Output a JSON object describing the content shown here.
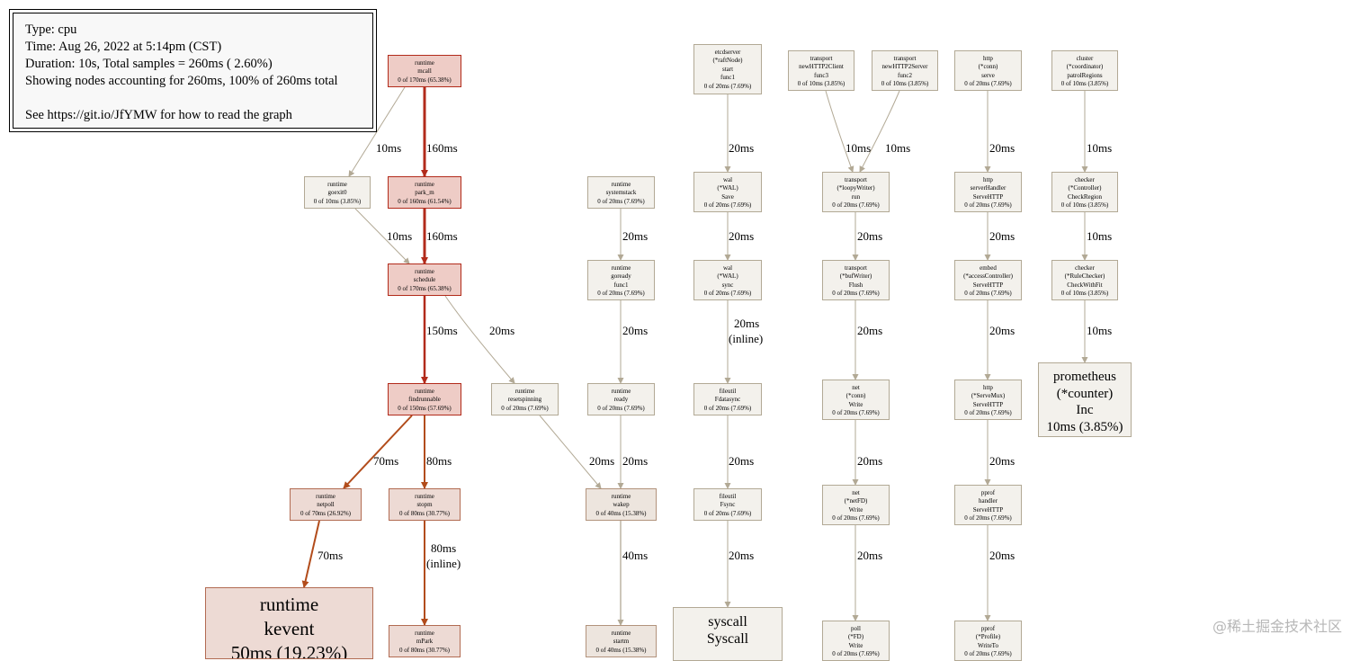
{
  "legend": {
    "type": "Type: cpu",
    "time": "Time: Aug 26, 2022 at 5:14pm (CST)",
    "duration": "Duration: 10s, Total samples = 260ms ( 2.60%)",
    "showing": "Showing nodes accounting for 260ms, 100% of 260ms total",
    "help": "See https://git.io/JfYMW for how to read the graph"
  },
  "nodes": {
    "mcall": [
      "runtime",
      "mcall",
      "0 of 170ms (65.38%)"
    ],
    "goexit0": [
      "runtime",
      "goexit0",
      "0 of 10ms (3.85%)"
    ],
    "park_m": [
      "runtime",
      "park_m",
      "0 of 160ms (61.54%)"
    ],
    "schedule": [
      "runtime",
      "schedule",
      "0 of 170ms (65.38%)"
    ],
    "findrunnable": [
      "runtime",
      "findrunnable",
      "0 of 150ms (57.69%)"
    ],
    "resetspinning": [
      "runtime",
      "resetspinning",
      "0 of 20ms (7.69%)"
    ],
    "netpoll": [
      "runtime",
      "netpoll",
      "0 of 70ms (26.92%)"
    ],
    "stopm": [
      "runtime",
      "stopm",
      "0 of 80ms (30.77%)"
    ],
    "kevent": [
      "runtime",
      "kevent",
      "50ms (19.23%)"
    ],
    "mpark": [
      "runtime",
      "mPark",
      "0 of 80ms (30.77%)"
    ],
    "systemstack": [
      "runtime",
      "systemstack",
      "0 of 20ms (7.69%)"
    ],
    "goready_func1": [
      "runtime",
      "goready",
      "func1",
      "0 of 20ms (7.69%)"
    ],
    "ready": [
      "runtime",
      "ready",
      "0 of 20ms (7.69%)"
    ],
    "wakep": [
      "runtime",
      "wakep",
      "0 of 40ms (15.38%)"
    ],
    "startm": [
      "runtime",
      "startm",
      "0 of 40ms (15.38%)"
    ],
    "etcd_start": [
      "etcdserver",
      "(*raftNode)",
      "start",
      "func1",
      "0 of 20ms (7.69%)"
    ],
    "wal_save": [
      "wal",
      "(*WAL)",
      "Save",
      "0 of 20ms (7.69%)"
    ],
    "wal_sync": [
      "wal",
      "(*WAL)",
      "sync",
      "0 of 20ms (7.69%)"
    ],
    "fdatasync": [
      "fileutil",
      "Fdatasync",
      "0 of 20ms (7.69%)"
    ],
    "fsync": [
      "fileutil",
      "Fsync",
      "0 of 20ms (7.69%)"
    ],
    "syscall": [
      "syscall",
      "Syscall"
    ],
    "client_func3": [
      "transport",
      "newHTTP2Client",
      "func3",
      "0 of 10ms (3.85%)"
    ],
    "server_func2": [
      "transport",
      "newHTTP2Server",
      "func2",
      "0 of 10ms (3.85%)"
    ],
    "loopy_run": [
      "transport",
      "(*loopyWriter)",
      "run",
      "0 of 20ms (7.69%)"
    ],
    "bufwriter_flush": [
      "transport",
      "(*bufWriter)",
      "Flush",
      "0 of 20ms (7.69%)"
    ],
    "conn_write": [
      "net",
      "(*conn)",
      "Write",
      "0 of 20ms (7.69%)"
    ],
    "netfd_write": [
      "net",
      "(*netFD)",
      "Write",
      "0 of 20ms (7.69%)"
    ],
    "poll_write": [
      "poll",
      "(*FD)",
      "Write",
      "0 of 20ms (7.69%)"
    ],
    "http_conn_serve": [
      "http",
      "(*conn)",
      "serve",
      "0 of 20ms (7.69%)"
    ],
    "serverhandler": [
      "http",
      "serverHandler",
      "ServeHTTP",
      "0 of 20ms (7.69%)"
    ],
    "embed_access": [
      "embed",
      "(*accessController)",
      "ServeHTTP",
      "0 of 20ms (7.69%)"
    ],
    "servemux": [
      "http",
      "(*ServeMux)",
      "ServeHTTP",
      "0 of 20ms (7.69%)"
    ],
    "pprof_handler": [
      "pprof",
      "handler",
      "ServeHTTP",
      "0 of 20ms (7.69%)"
    ],
    "pprof_writeto": [
      "pprof",
      "(*Profile)",
      "WriteTo",
      "0 of 20ms (7.69%)"
    ],
    "patrol": [
      "cluster",
      "(*coordinator)",
      "patrolRegions",
      "0 of 10ms (3.85%)"
    ],
    "checkregion": [
      "checker",
      "(*Controller)",
      "CheckRegion",
      "0 of 10ms (3.85%)"
    ],
    "checkwithfit": [
      "checker",
      "(*RuleChecker)",
      "CheckWithFit",
      "0 of 10ms (3.85%)"
    ],
    "prom_inc": [
      "prometheus",
      "(*counter)",
      "Inc",
      "10ms (3.85%)"
    ]
  },
  "edges": [
    {
      "label": "10ms"
    },
    {
      "label": "160ms"
    },
    {
      "label": "10ms"
    },
    {
      "label": "160ms"
    },
    {
      "label": "150ms"
    },
    {
      "label": "20ms"
    },
    {
      "label": "70ms"
    },
    {
      "label": "80ms"
    },
    {
      "label": "70ms"
    },
    {
      "label": "80ms",
      "label2": "(inline)"
    },
    {
      "label": "20ms"
    },
    {
      "label": "20ms"
    },
    {
      "label": "20ms"
    },
    {
      "label": "20ms"
    },
    {
      "label": "40ms"
    },
    {
      "label": "20ms"
    },
    {
      "label": "20ms"
    },
    {
      "label": "20ms",
      "label2": "(inline)"
    },
    {
      "label": "20ms"
    },
    {
      "label": "20ms"
    },
    {
      "label": "10ms"
    },
    {
      "label": "10ms"
    },
    {
      "label": "20ms"
    },
    {
      "label": "20ms"
    },
    {
      "label": "20ms"
    },
    {
      "label": "20ms"
    },
    {
      "label": "20ms"
    },
    {
      "label": "20ms"
    },
    {
      "label": "20ms"
    },
    {
      "label": "20ms"
    },
    {
      "label": "20ms"
    },
    {
      "label": "10ms"
    },
    {
      "label": "10ms"
    },
    {
      "label": "10ms"
    }
  ],
  "colors": {
    "hot": "#b22b1b",
    "warm": "#b24c1b",
    "mild": "#b2a995"
  },
  "watermark": "@稀土掘金技术社区"
}
